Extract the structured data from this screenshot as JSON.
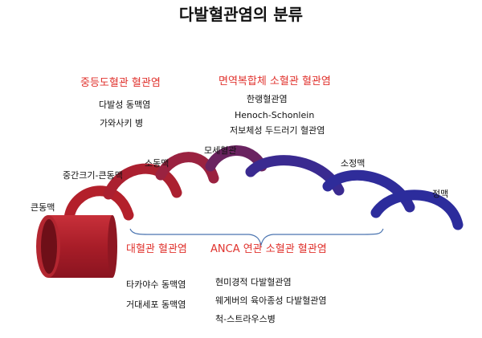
{
  "title": "다발혈관염의 분류",
  "categories": {
    "medium": {
      "heading": "중등도혈관 혈관염",
      "items": [
        "다발성 동맥염",
        "가와사키 병"
      ]
    },
    "immune_complex": {
      "heading": "면역복합체 소혈관 혈관염",
      "items": [
        "한랭혈관염",
        "Henoch-Schonlein",
        "저보체성 두드러기 혈관염"
      ]
    },
    "large": {
      "heading": "대혈관 혈관염",
      "items": [
        "타카야수 동맥염",
        "거대세포 동맥염"
      ]
    },
    "anca": {
      "heading": "ANCA 연관 소혈관 혈관염",
      "items": [
        "현미경적 다발혈관염",
        "웨게버의 육아종성 다발혈관염",
        "척-스트라우스병"
      ]
    }
  },
  "vessels": {
    "large_artery": "큰동맥",
    "medium_large_artery": "중간크기-큰동맥",
    "arteriole": "소동맥",
    "capillary": "모세혈관",
    "venule": "소정맥",
    "vein": "정맥"
  },
  "colors": {
    "heading": "#e0322d",
    "artery": "#b3202b",
    "capillary": "#6a2360",
    "vein": "#2c2c9c",
    "bracket": "#4a74b0"
  }
}
